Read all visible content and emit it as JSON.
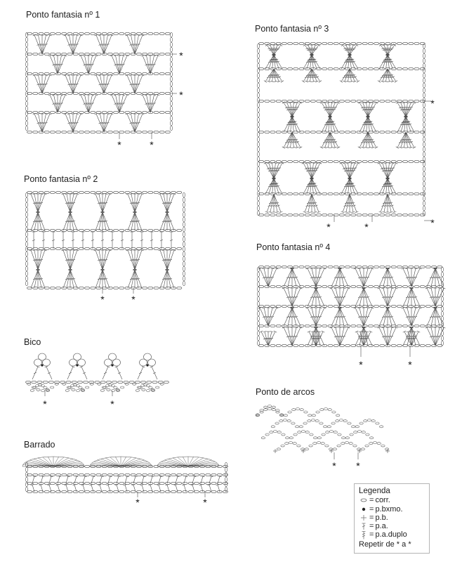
{
  "sections": {
    "p1": {
      "title": "Ponto fantasia nº 1"
    },
    "p2": {
      "title": "Ponto fantasia nº 2"
    },
    "p3": {
      "title": "Ponto fantasia nº 3"
    },
    "p4": {
      "title": "Ponto fantasia nº 4"
    },
    "bico": {
      "title": "Bico"
    },
    "barrado": {
      "title": "Barrado"
    },
    "arcos": {
      "title": "Ponto de arcos"
    }
  },
  "marker": "*",
  "legend": {
    "title": "Legenda",
    "equals": "=",
    "items": [
      {
        "icon": "chain-stitch-icon",
        "label": "corr."
      },
      {
        "icon": "slip-stitch-icon",
        "label": "p.bxmo."
      },
      {
        "icon": "single-crochet-icon",
        "label": "p.b."
      },
      {
        "icon": "double-crochet-icon",
        "label": "p.a."
      },
      {
        "icon": "treble-crochet-icon",
        "label": "p.a.duplo"
      }
    ],
    "repeat_note": "Repetir de * a *"
  },
  "colors": {
    "ink": "#4a4a4a",
    "text": "#1e1e1e",
    "border": "#b5b5b5"
  }
}
